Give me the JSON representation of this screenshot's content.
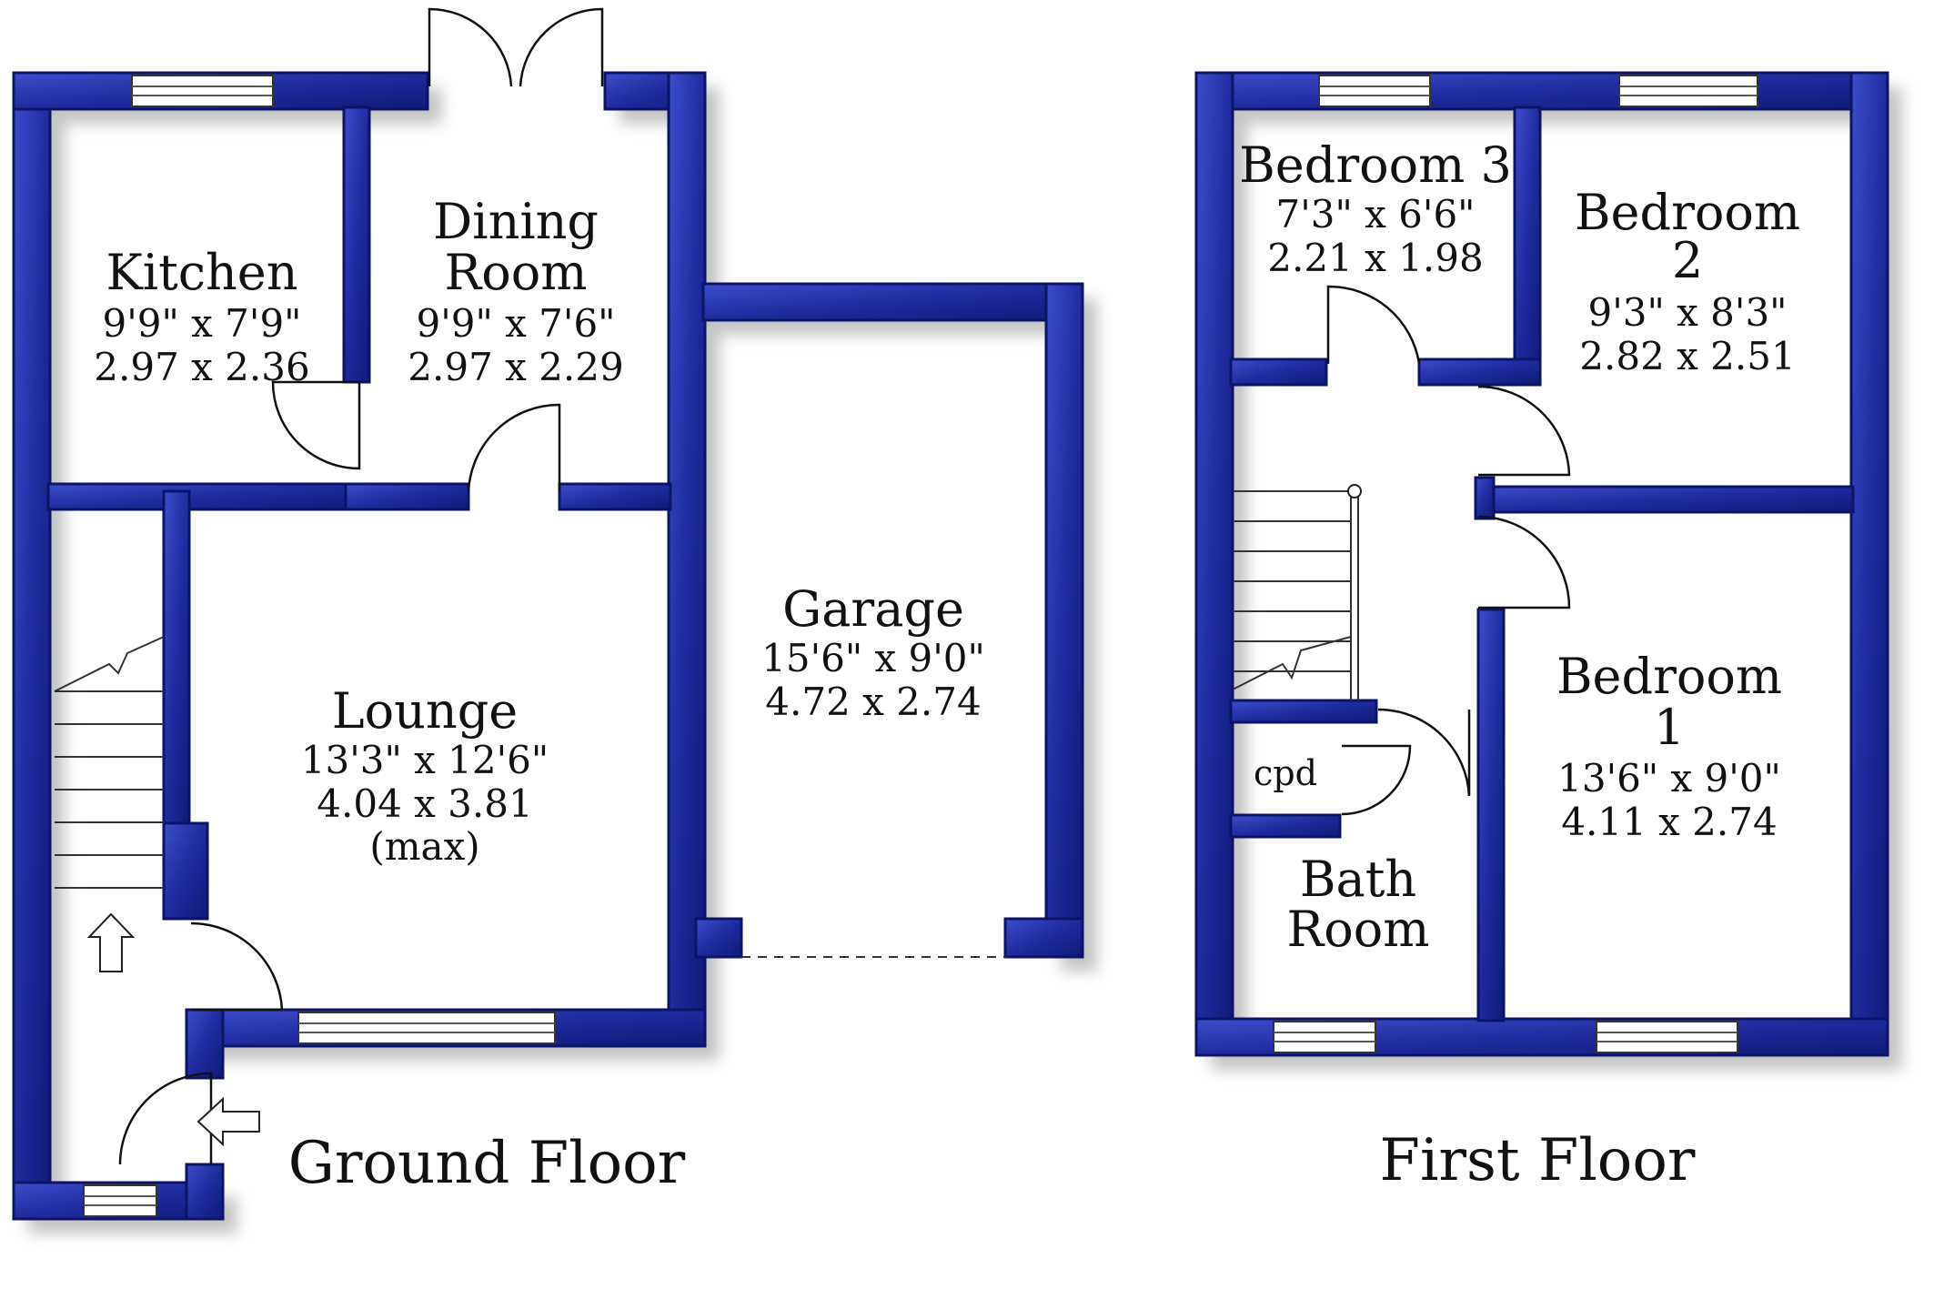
{
  "ground_floor": {
    "label": "Ground Floor",
    "rooms": {
      "kitchen": {
        "name": "Kitchen",
        "imperial": "9'9\"  x  7'9\"",
        "metric": "2.97  x  2.36"
      },
      "dining": {
        "name_line1": "Dining",
        "name_line2": "Room",
        "imperial": "9'9\"  x  7'6\"",
        "metric": "2.97  x  2.29"
      },
      "lounge": {
        "name": "Lounge",
        "imperial": "13'3\"  x  12'6\"",
        "metric": "4.04  x  3.81",
        "note": "(max)"
      },
      "garage": {
        "name": "Garage",
        "imperial": "15'6\"  x  9'0\"",
        "metric": "4.72  x  2.74"
      }
    }
  },
  "first_floor": {
    "label": "First Floor",
    "rooms": {
      "bedroom3": {
        "name": "Bedroom 3",
        "imperial": "7'3\"  x  6'6\"",
        "metric": "2.21  x  1.98"
      },
      "bedroom2": {
        "name_line1": "Bedroom",
        "name_line2": "2",
        "imperial": "9'3\"  x  8'3\"",
        "metric": "2.82  x  2.51"
      },
      "bedroom1": {
        "name_line1": "Bedroom",
        "name_line2": "1",
        "imperial": "13'6\"  x  9'0\"",
        "metric": "4.11  x  2.74"
      },
      "cupboard": {
        "name": "cpd"
      },
      "bathroom": {
        "name_line1": "Bath",
        "name_line2": "Room"
      }
    }
  },
  "colors": {
    "wall": "#1f2b9e",
    "wall_dark": "#0b1466",
    "wall_light": "#4a5ad6",
    "shadow": "#bdbdbd"
  }
}
